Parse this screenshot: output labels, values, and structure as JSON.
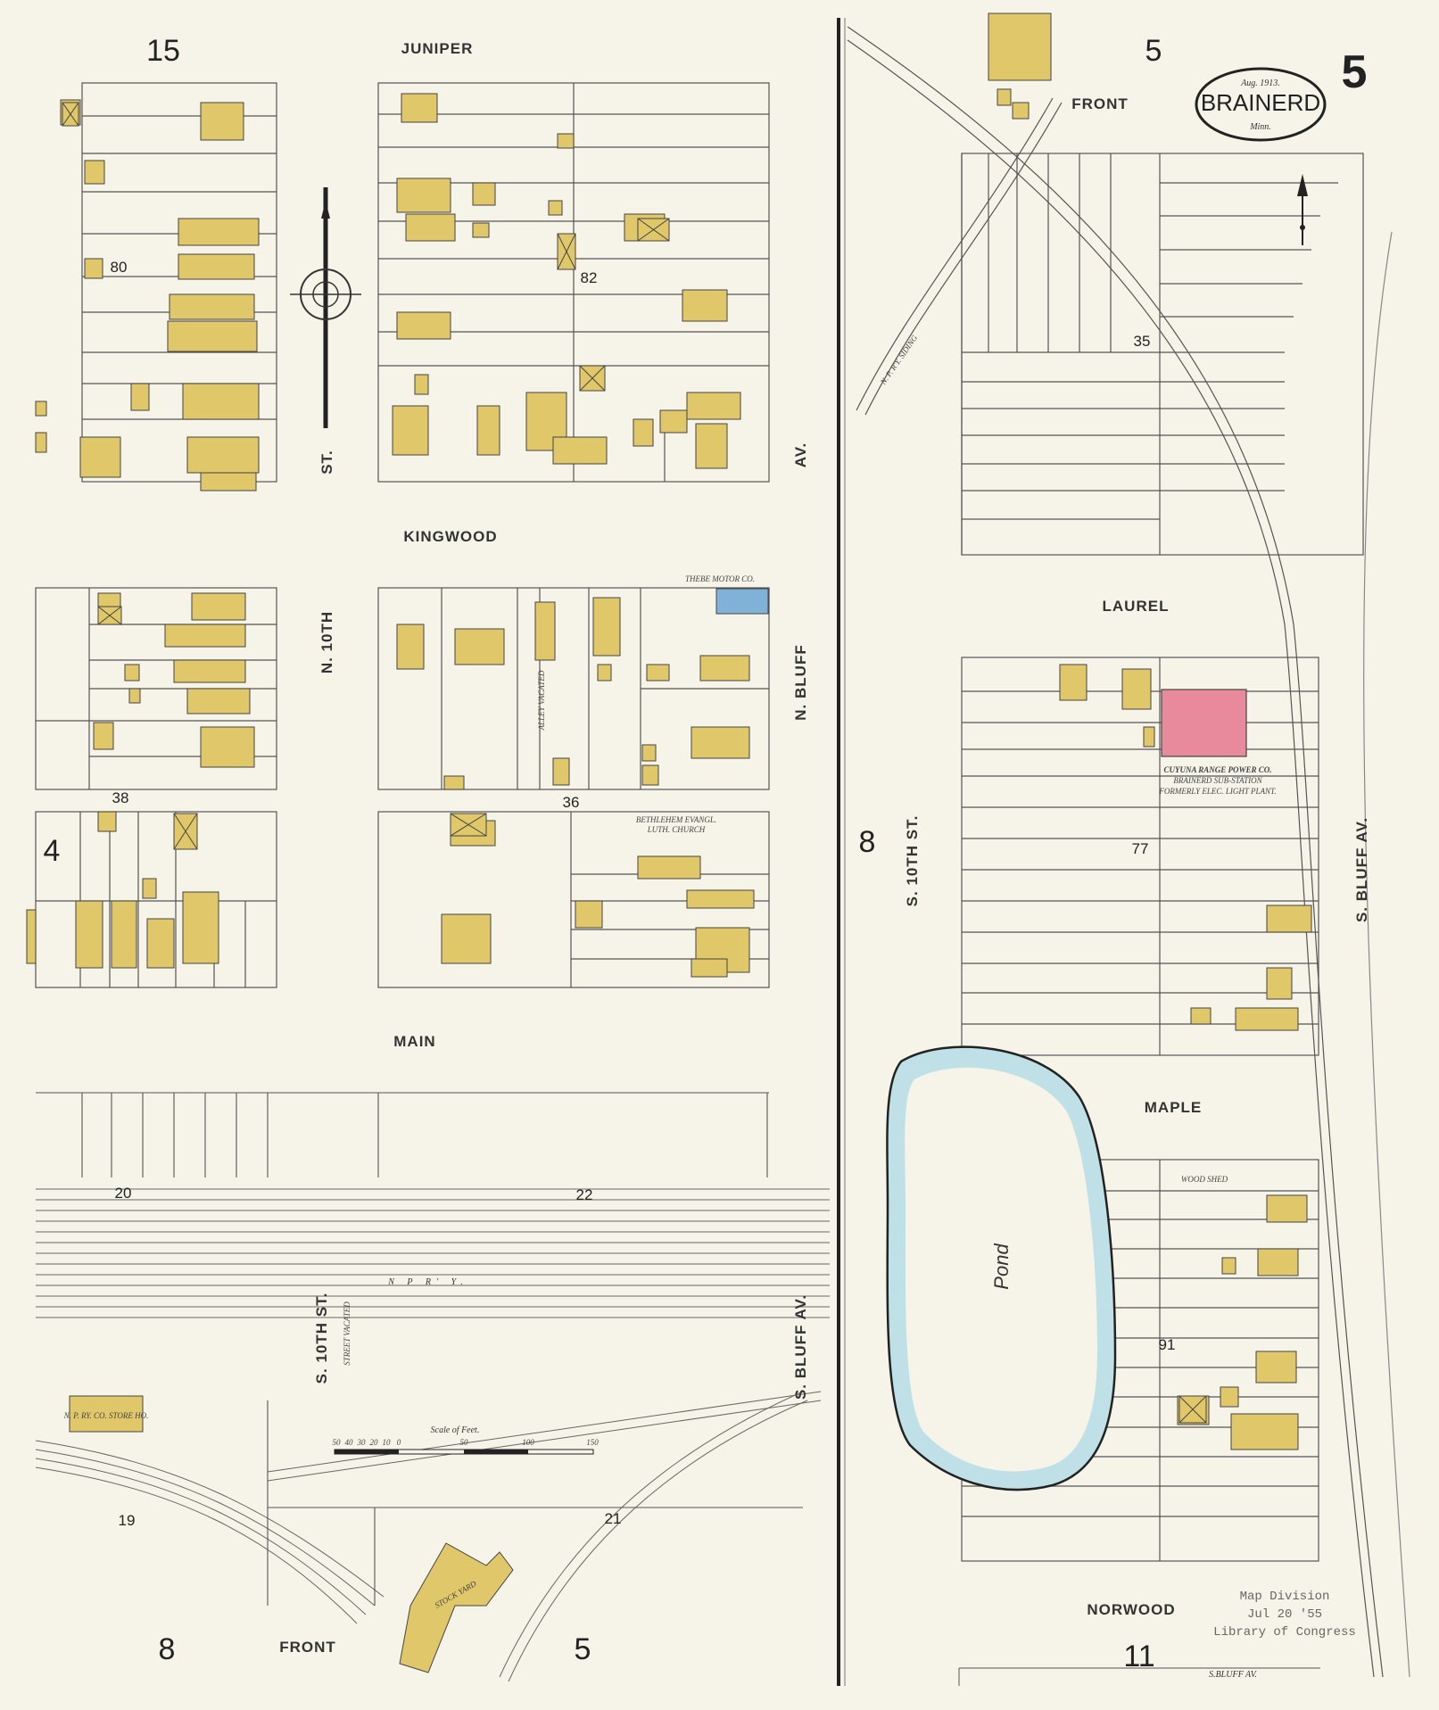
{
  "sheet": {
    "page_number": "5",
    "town": "BRAINERD",
    "date": "Aug. 1913.",
    "state": "Minn.",
    "adjoining_sheets": {
      "top_left": "15",
      "top_right": "5",
      "left": "4",
      "right": "8",
      "bottom_left": "8",
      "bottom_mid": "5",
      "bottom_right": "11"
    }
  },
  "streets": {
    "juniper": "JUNIPER",
    "kingwood": "KINGWOOD",
    "main": "MAIN",
    "front_top": "FRONT",
    "front_bottom": "FRONT",
    "laurel": "LAUREL",
    "maple": "MAPLE",
    "norwood": "NORWOOD",
    "n10th_st": "ST.",
    "n10th_name": "N. 10TH",
    "n_bluff": "N. BLUFF",
    "n_bluff_av": "AV.",
    "s10th": "S. 10TH ST.",
    "s_bluff": "S. BLUFF AV.",
    "s10th_lower": "S. 10TH ST.",
    "s_bluff_lower": "S. BLUFF AV.",
    "s_bluff_av_bottom": "S.BLUFF AV."
  },
  "blocks": [
    "80",
    "82",
    "38",
    "36",
    "35",
    "77",
    "91",
    "20",
    "22",
    "19",
    "21"
  ],
  "labels": {
    "thebe": "THEBE MOTOR CO.",
    "church_1": "BETHLEHEM EVANGL.",
    "church_2": "LUTH. CHURCH",
    "power_1": "CUYUNA RANGE POWER CO.",
    "power_2": "BRAINERD SUB-STATION",
    "power_3": "FORMERLY ELEC. LIGHT PLANT.",
    "store": "N. P. RY. CO. STORE HO.",
    "stock": "STOCK YARD",
    "pond": "Pond",
    "nprr": "N P R' Y.",
    "siding": "N. P. R'Y. SIDING",
    "wood_shed": "WOOD SHED",
    "scale_title": "Scale of Feet.",
    "scale_ticks": [
      "50",
      "40",
      "30",
      "20",
      "10",
      "0",
      "50",
      "100",
      "150"
    ],
    "street_vacated": "STREET VACATED",
    "alley_vacated": "ALLEY VACATED"
  },
  "stamp": {
    "line1": "Map Division",
    "line2": "Jul 20 '55",
    "line3": "Library of Congress"
  },
  "colors": {
    "paper": "#f6f4e8",
    "frame": "#e0c86a",
    "brick": "#e88a9c",
    "stone": "#7fb2d6",
    "pond": "#bfe0e6"
  }
}
